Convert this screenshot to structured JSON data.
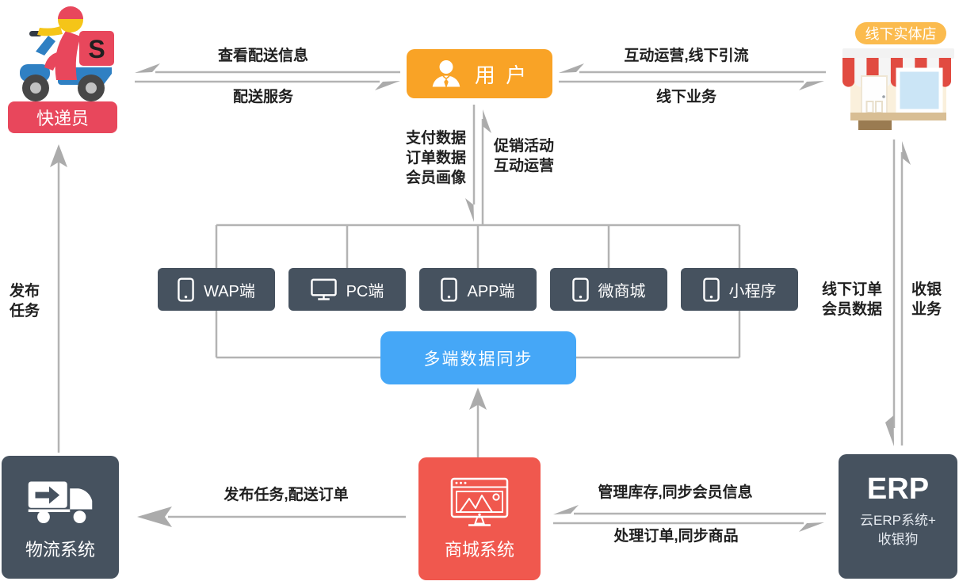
{
  "background": "#FFFFFF",
  "colors": {
    "line": "#B3B3B3",
    "arrowhead": "#ABABAB",
    "label_text": "#1F1F1F",
    "dark_box": "#46525F",
    "courier_red": "#E8475C",
    "user_orange": "#F9A326",
    "store_label_orange": "#FBBB4E",
    "sync_blue": "#45A7F7",
    "mall_red": "#F0584E",
    "awning_red": "#E14B41"
  },
  "icons": {
    "courier": "delivery-scooter-icon",
    "user": "person-icon",
    "store": "storefront-icon",
    "phone": "smartphone-icon",
    "pc": "monitor-icon",
    "logistics": "delivery-truck-icon",
    "mall": "shop-monitor-icon"
  },
  "nodes": {
    "courier": {
      "label": "快递员",
      "box_letter": "S"
    },
    "user": {
      "label": "用 户"
    },
    "store": {
      "label": "线下实体店"
    },
    "channels": [
      {
        "label": "WAP端"
      },
      {
        "label": "PC端"
      },
      {
        "label": "APP端"
      },
      {
        "label": "微商城"
      },
      {
        "label": "小程序"
      }
    ],
    "sync": {
      "label": "多端数据同步"
    },
    "logistics": {
      "label": "物流系统"
    },
    "mall": {
      "label": "商城系统"
    },
    "erp": {
      "title": "ERP",
      "subtitle_line1": "云ERP系统+",
      "subtitle_line2": "收银狗"
    }
  },
  "edges": {
    "user_to_courier": "查看配送信息",
    "courier_to_user": "配送服务",
    "store_to_user": "互动运营,线下引流",
    "user_to_store": "线下业务",
    "user_to_channels": [
      "支付数据",
      "订单数据",
      "会员画像"
    ],
    "channels_to_user": [
      "促销活动",
      "互动运营"
    ],
    "logistics_to_courier": [
      "发布",
      "任务"
    ],
    "store_to_erp": [
      "线下订单",
      "会员数据"
    ],
    "erp_to_store": [
      "收银",
      "业务"
    ],
    "mall_to_logistics": "发布任务,配送订单",
    "erp_to_mall": "管理库存,同步会员信息",
    "mall_to_erp": "处理订单,同步商品"
  }
}
